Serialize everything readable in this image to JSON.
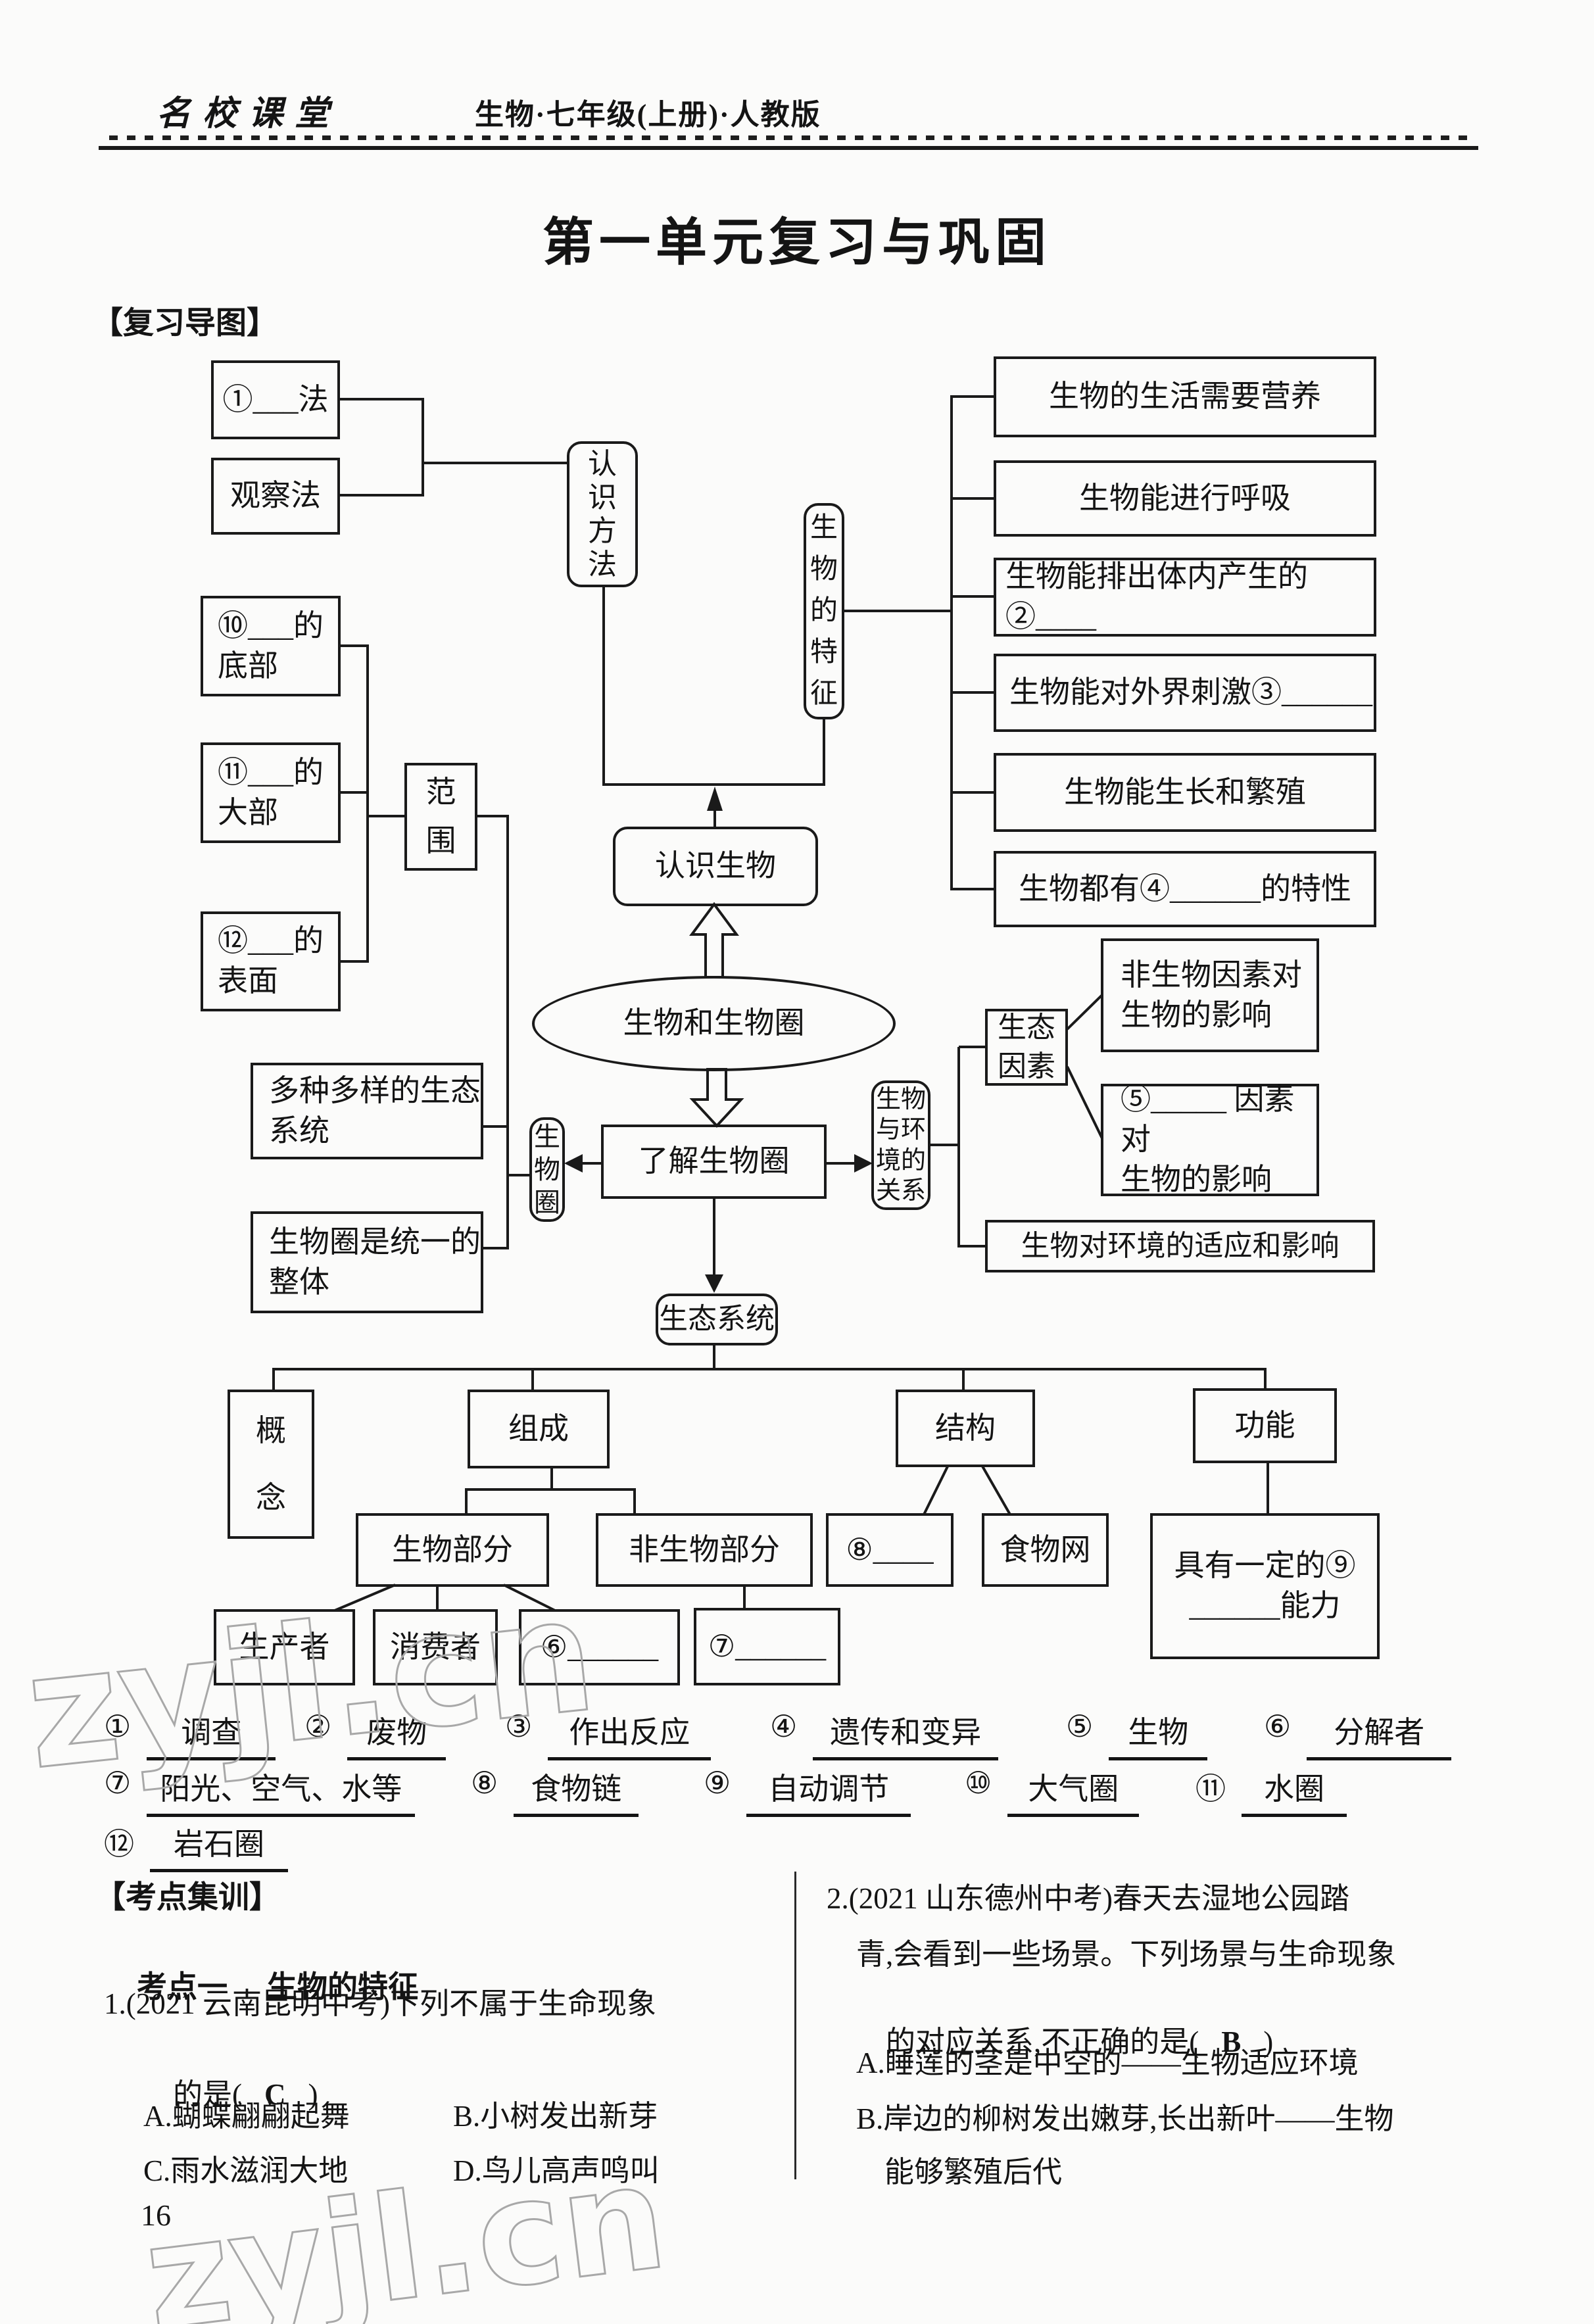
{
  "header": {
    "brand": "名校课堂",
    "title": "生物·七年级(上册)·人教版"
  },
  "title": "第一单元复习与巩固",
  "review_map_label": "【复习导图】",
  "diagram": {
    "method_blank": "①___法",
    "observation": "观察法",
    "cognition_method": "认识方法",
    "b10": "⑩___的\n底部",
    "b11": "⑪___的\n大部",
    "b12": "⑫___的\n表面",
    "scope": "范围",
    "know_organisms": "认识生物",
    "theme": "生物和生物圈",
    "know_biosphere": "了解生物圈",
    "biosphere": "生物圈",
    "org_env_relation": "生物与环境的关系",
    "diverse_eco": "多种多样的生态\n系统",
    "unified_whole": "生物圈是统一的\n整体",
    "eco_factors": "生态\n因素",
    "abiotic_effect": "非生物因素对\n生物的影响",
    "b5": "⑤_____ 因素对\n生物的影响",
    "adapt_influence": "生物对环境的适应和影响",
    "organism_traits": "生物的特征",
    "f1": "生物的生活需要营养",
    "f2": "生物能进行呼吸",
    "f3": "生物能排出体内产生的②____",
    "f4": "生物能对外界刺激③______",
    "f5": "生物能生长和繁殖",
    "f6": "生物都有④______的特性",
    "ecosystem": "生态系统",
    "concept": "概念",
    "composition": "组成",
    "structure": "结构",
    "function": "功能",
    "biotic_part": "生物部分",
    "abiotic_part": "非生物部分",
    "producer": "生产者",
    "consumer": "消费者",
    "b6": "⑥______",
    "b7": "⑦______",
    "b8": "⑧____",
    "food_web": "食物网",
    "capability": "具有一定的⑨\n______能力"
  },
  "answers": {
    "r1": [
      {
        "num": "①",
        "text": "调查"
      },
      {
        "num": "②",
        "text": "废物"
      },
      {
        "num": "③",
        "text": "作出反应"
      },
      {
        "num": "④",
        "text": "遗传和变异"
      },
      {
        "num": "⑤",
        "text": "生物"
      },
      {
        "num": "⑥",
        "text": "分解者"
      }
    ],
    "r2": [
      {
        "num": "⑦",
        "text": "阳光、空气、水等"
      },
      {
        "num": "⑧",
        "text": "食物链"
      },
      {
        "num": "⑨",
        "text": "自动调节"
      },
      {
        "num": "⑩",
        "text": "大气圈"
      },
      {
        "num": "⑪",
        "text": "水圈"
      }
    ],
    "r3": [
      {
        "num": "⑫",
        "text": "岩石圈"
      }
    ]
  },
  "drill": {
    "label": "【考点集训】",
    "topic_no": "考点一",
    "topic_title": "生物的特征",
    "q1": {
      "l1": "1.(2021 云南昆明中考)下列不属于生命现象",
      "l2a": "的是(",
      "answer": "C",
      "l2b": ")",
      "a": "A.蝴蝶翩翩起舞",
      "b": "B.小树发出新芽",
      "c": "C.雨水滋润大地",
      "d": "D.鸟儿高声鸣叫"
    },
    "q2": {
      "l1": "2.(2021 山东德州中考)春天去湿地公园踏",
      "l2": "青,会看到一些场景。下列场景与生命现象",
      "l3a": "的对应关系,不正确的是(",
      "answer": "B",
      "l3b": ")",
      "a": "A.睡莲的茎是中空的——生物适应环境",
      "b": "B.岸边的柳树发出嫩芽,长出新叶——生物",
      "b2": "能够繁殖后代"
    }
  },
  "page_number": "16",
  "watermark": "zyjl.cn"
}
